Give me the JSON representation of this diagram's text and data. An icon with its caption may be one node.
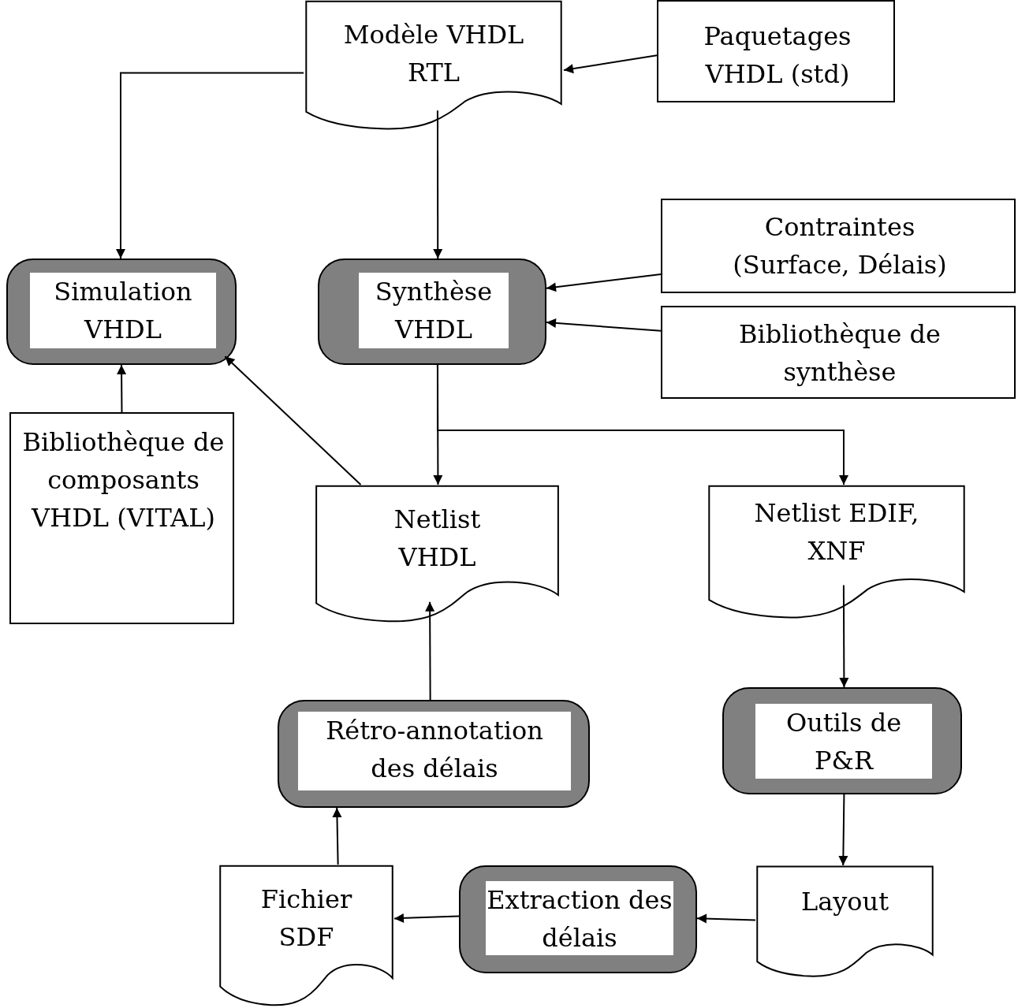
{
  "diagram": {
    "nodes": [
      {
        "text": [
          "Modèle VHDL RTL"
        ]
      },
      {
        "text": [
          "Paquetages VHDL (std)"
        ]
      },
      {
        "text": [
          "Contraintes (Surface, Délais)"
        ]
      },
      {
        "text": [
          "Simulation VHDL"
        ]
      },
      {
        "text": [
          "Synthèse VHDL"
        ]
      },
      {
        "text": [
          "Bibliothèque de synthèse"
        ]
      },
      {
        "text": [
          "Bibliothèque de composants VHDL (VITAL)"
        ]
      },
      {
        "text": [
          "Netlist VHDL"
        ]
      },
      {
        "text": [
          "Netlist EDIF, XNF"
        ]
      },
      {
        "text": [
          "Rétro-annotation des délais"
        ]
      },
      {
        "text": [
          "Outils de P&R"
        ]
      },
      {
        "text": [
          "Fichier SDF"
        ]
      },
      {
        "text": [
          "Extraction des délais"
        ]
      },
      {
        "text": [
          "Layout"
        ]
      }
    ],
    "edges": [
      {
        "from": 1,
        "to": 0,
        "arrow": "to"
      },
      {
        "from": 0,
        "to": 3,
        "arrow": "to"
      },
      {
        "from": 0,
        "to": 4,
        "arrow": "to"
      },
      {
        "from": 2,
        "to": 4,
        "arrow": "to"
      },
      {
        "from": 5,
        "to": 4,
        "arrow": "to"
      },
      {
        "from": 4,
        "to": 7,
        "arrow": "to"
      },
      {
        "from": 4,
        "to": 8,
        "arrow": "to"
      },
      {
        "from": 6,
        "to": 3,
        "arrow": "to"
      },
      {
        "from": 7,
        "to": 3,
        "arrow": "to"
      },
      {
        "from": 9,
        "to": 7,
        "arrow": "to"
      },
      {
        "from": 8,
        "to": 10,
        "arrow": "to"
      },
      {
        "from": 10,
        "to": 13,
        "arrow": "to"
      },
      {
        "from": 13,
        "to": 12,
        "arrow": "to"
      },
      {
        "from": 12,
        "to": 11,
        "arrow": "to"
      },
      {
        "from": 11,
        "to": 9,
        "arrow": "to"
      }
    ]
  }
}
